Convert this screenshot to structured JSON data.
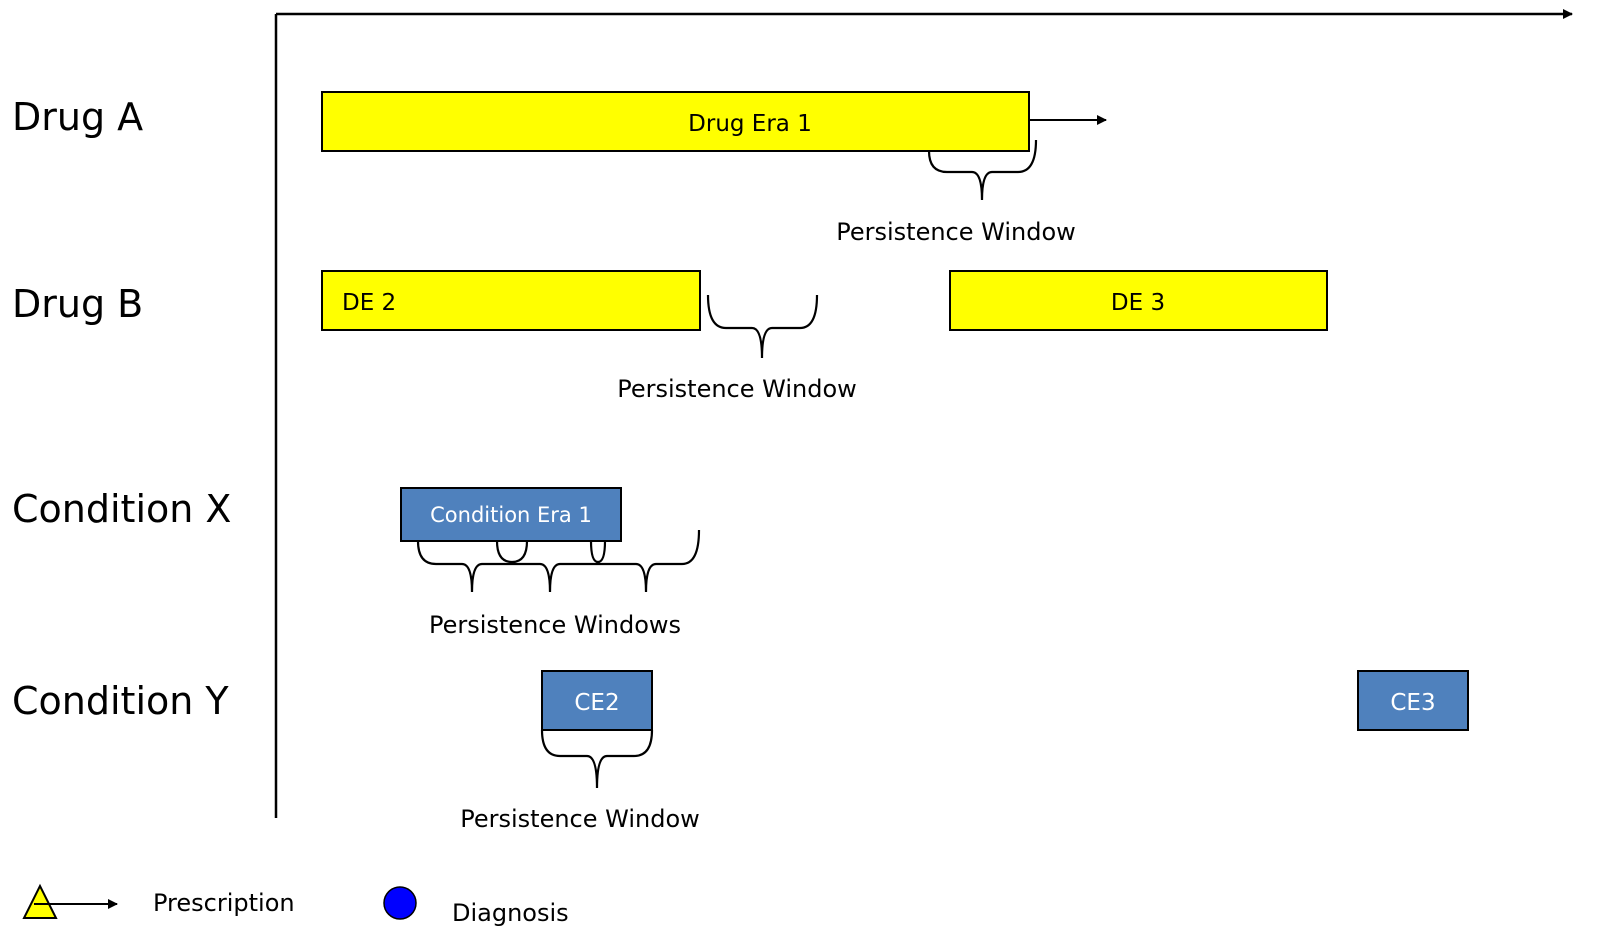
{
  "rows": {
    "drug_a": "Drug A",
    "drug_b": "Drug B",
    "condition_x": "Condition X",
    "condition_y": "Condition Y"
  },
  "eras": {
    "drug_era_1": "Drug Era 1",
    "de_2": "DE 2",
    "de_3": "DE 3",
    "condition_era_1": "Condition Era 1",
    "ce2": "CE2",
    "ce3": "CE3"
  },
  "windows": {
    "drug_a": "Persistence Window",
    "drug_b": "Persistence Window",
    "condition_x": "Persistence Windows",
    "condition_y": "Persistence Window"
  },
  "legend": {
    "prescription": "Prescription",
    "diagnosis": "Diagnosis"
  },
  "colors": {
    "drug": "#ffff00",
    "condition": "#4f81bd",
    "condition_border": "#2c4d75",
    "diagnosis": "#0000ff"
  }
}
